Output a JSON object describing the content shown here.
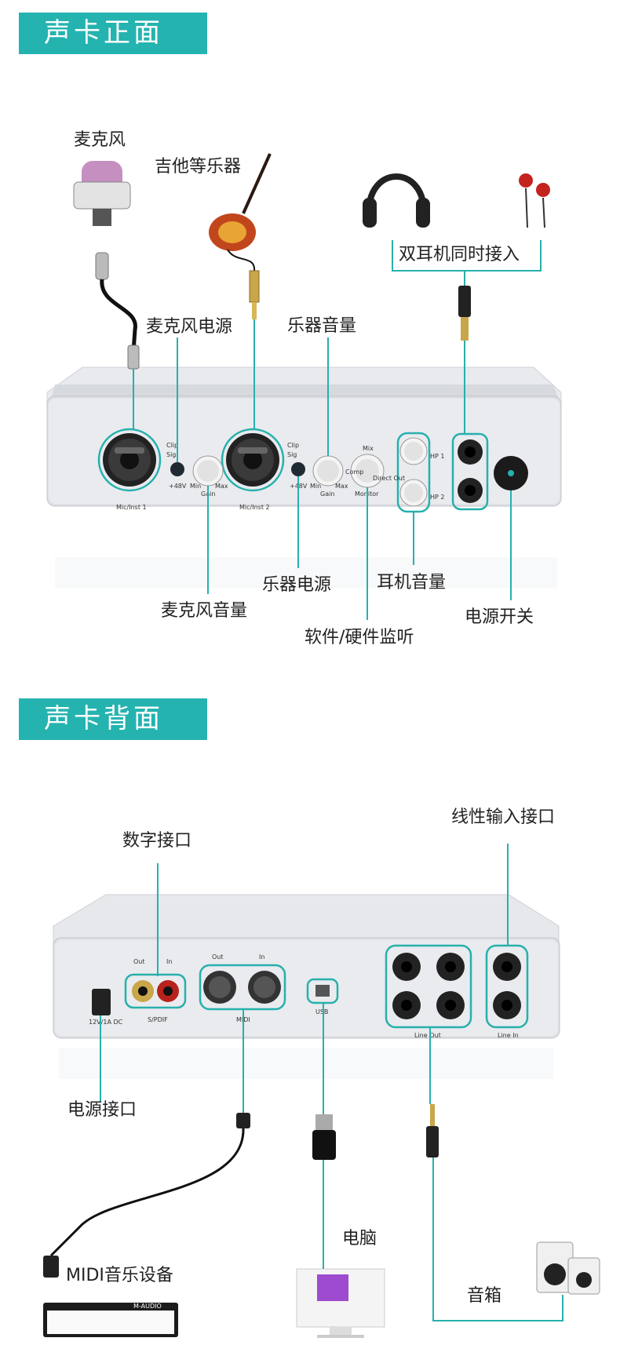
{
  "front": {
    "section_title": "声卡正面",
    "labels": {
      "microphone": "麦克风",
      "guitar": "吉他等乐器",
      "dual_headphones": "双耳机同时接入",
      "mic_power": "麦克风电源",
      "instrument_volume": "乐器音量",
      "instrument_power": "乐器电源",
      "headphone_volume": "耳机音量",
      "mic_volume": "麦克风音量",
      "monitor": "软件/硬件监听",
      "power_switch": "电源开关"
    },
    "panel": {
      "input1": "Mic/Inst 1",
      "input2": "Mic/Inst 2",
      "clip": "Clip",
      "sig": "Sig",
      "phantom": "+48V",
      "gain": "Gain",
      "min": "Min",
      "max": "Max",
      "mix": "Mix",
      "comp": "Comp",
      "direct_out": "Direct Out",
      "monitor": "Monitor",
      "hp1": "HP 1",
      "hp2": "HP 2"
    }
  },
  "back": {
    "section_title": "声卡背面",
    "labels": {
      "digital_port": "数字接口",
      "line_input": "线性输入接口",
      "power_port": "电源接口",
      "computer": "电脑",
      "midi_device": "MIDI音乐设备",
      "speaker": "音箱"
    },
    "panel": {
      "dc": "12V/1A DC",
      "spdif": "S/PDIF",
      "out": "Out",
      "in": "In",
      "midi": "MIDI",
      "usb": "USB",
      "line_out": "Line Out",
      "line_in": "Line In",
      "keyboard_brand": "M-AUDIO"
    }
  },
  "colors": {
    "accent": "#25b3b0",
    "line": "#27b0ad"
  }
}
